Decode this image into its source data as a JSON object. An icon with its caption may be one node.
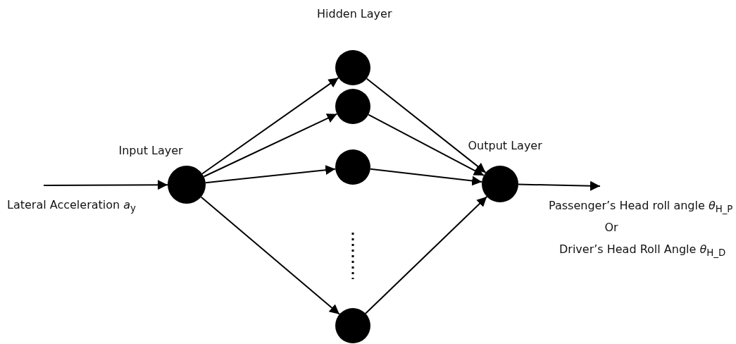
{
  "diagram": {
    "nodes": [
      {
        "text": [],
        "shape": "circle"
      },
      {
        "text": [],
        "shape": "circle"
      },
      {
        "text": [],
        "shape": "circle"
      },
      {
        "text": [],
        "shape": "circle"
      },
      {
        "text": [],
        "shape": "circle"
      },
      {
        "text": [],
        "shape": "circle"
      }
    ],
    "edges": [
      {
        "from": null,
        "to": 0,
        "arrow": "to"
      },
      {
        "from": 0,
        "to": 1,
        "arrow": "to"
      },
      {
        "from": 0,
        "to": 2,
        "arrow": "to"
      },
      {
        "from": 0,
        "to": 3,
        "arrow": "to"
      },
      {
        "from": 0,
        "to": 4,
        "arrow": "to"
      },
      {
        "from": 1,
        "to": 5,
        "arrow": "to"
      },
      {
        "from": 2,
        "to": 5,
        "arrow": "to"
      },
      {
        "from": 3,
        "to": 5,
        "arrow": "to"
      },
      {
        "from": 4,
        "to": 5,
        "arrow": "to"
      },
      {
        "from": 5,
        "to": null,
        "arrow": "to"
      }
    ],
    "labels": [
      "Hidden Layer",
      "Input Layer",
      "Output Layer",
      "Lateral Acceleration *a*$_{y}$",
      "Passenger’s Head roll angle *θ*$_{H_P}$",
      "Or",
      "Driver’s Head Roll Angle *θ*$_{H_D}$"
    ]
  }
}
